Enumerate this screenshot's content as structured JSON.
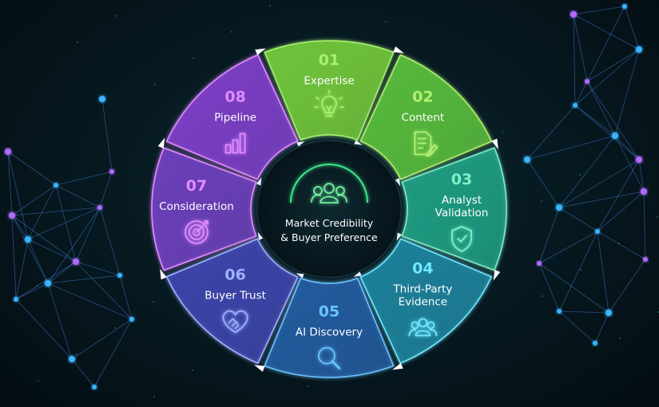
{
  "hub": {
    "lines": [
      "Market Credibility",
      "& Buyer Preference"
    ],
    "icon": "people-group-icon"
  },
  "steps": [
    {
      "number": "01",
      "label": [
        "Expertise"
      ],
      "icon": "lightbulb-icon",
      "color": "#6fc23a",
      "accent": "#a8f070"
    },
    {
      "number": "02",
      "label": [
        "Content"
      ],
      "icon": "document-pen-icon",
      "color": "#56b83c",
      "accent": "#b0f070"
    },
    {
      "number": "03",
      "label": [
        "Analyst",
        "Validation"
      ],
      "icon": "shield-check-icon",
      "color": "#1f9a80",
      "accent": "#7ff0c8"
    },
    {
      "number": "04",
      "label": [
        "Third-Party",
        "Evidence"
      ],
      "icon": "people-icon",
      "color": "#1b7f98",
      "accent": "#6fe8ff"
    },
    {
      "number": "05",
      "label": [
        "AI Discovery"
      ],
      "icon": "magnifier-icon",
      "color": "#235a9c",
      "accent": "#68c4ff"
    },
    {
      "number": "06",
      "label": [
        "Buyer Trust"
      ],
      "icon": "handshake-heart-icon",
      "color": "#3c44a8",
      "accent": "#9cb2ff"
    },
    {
      "number": "07",
      "label": [
        "Consideration"
      ],
      "icon": "target-icon",
      "color": "#6a3fb8",
      "accent": "#e38cff"
    },
    {
      "number": "08",
      "label": [
        "Pipeline"
      ],
      "icon": "bar-chart-icon",
      "color": "#7b3ec4",
      "accent": "#e08cff"
    }
  ]
}
